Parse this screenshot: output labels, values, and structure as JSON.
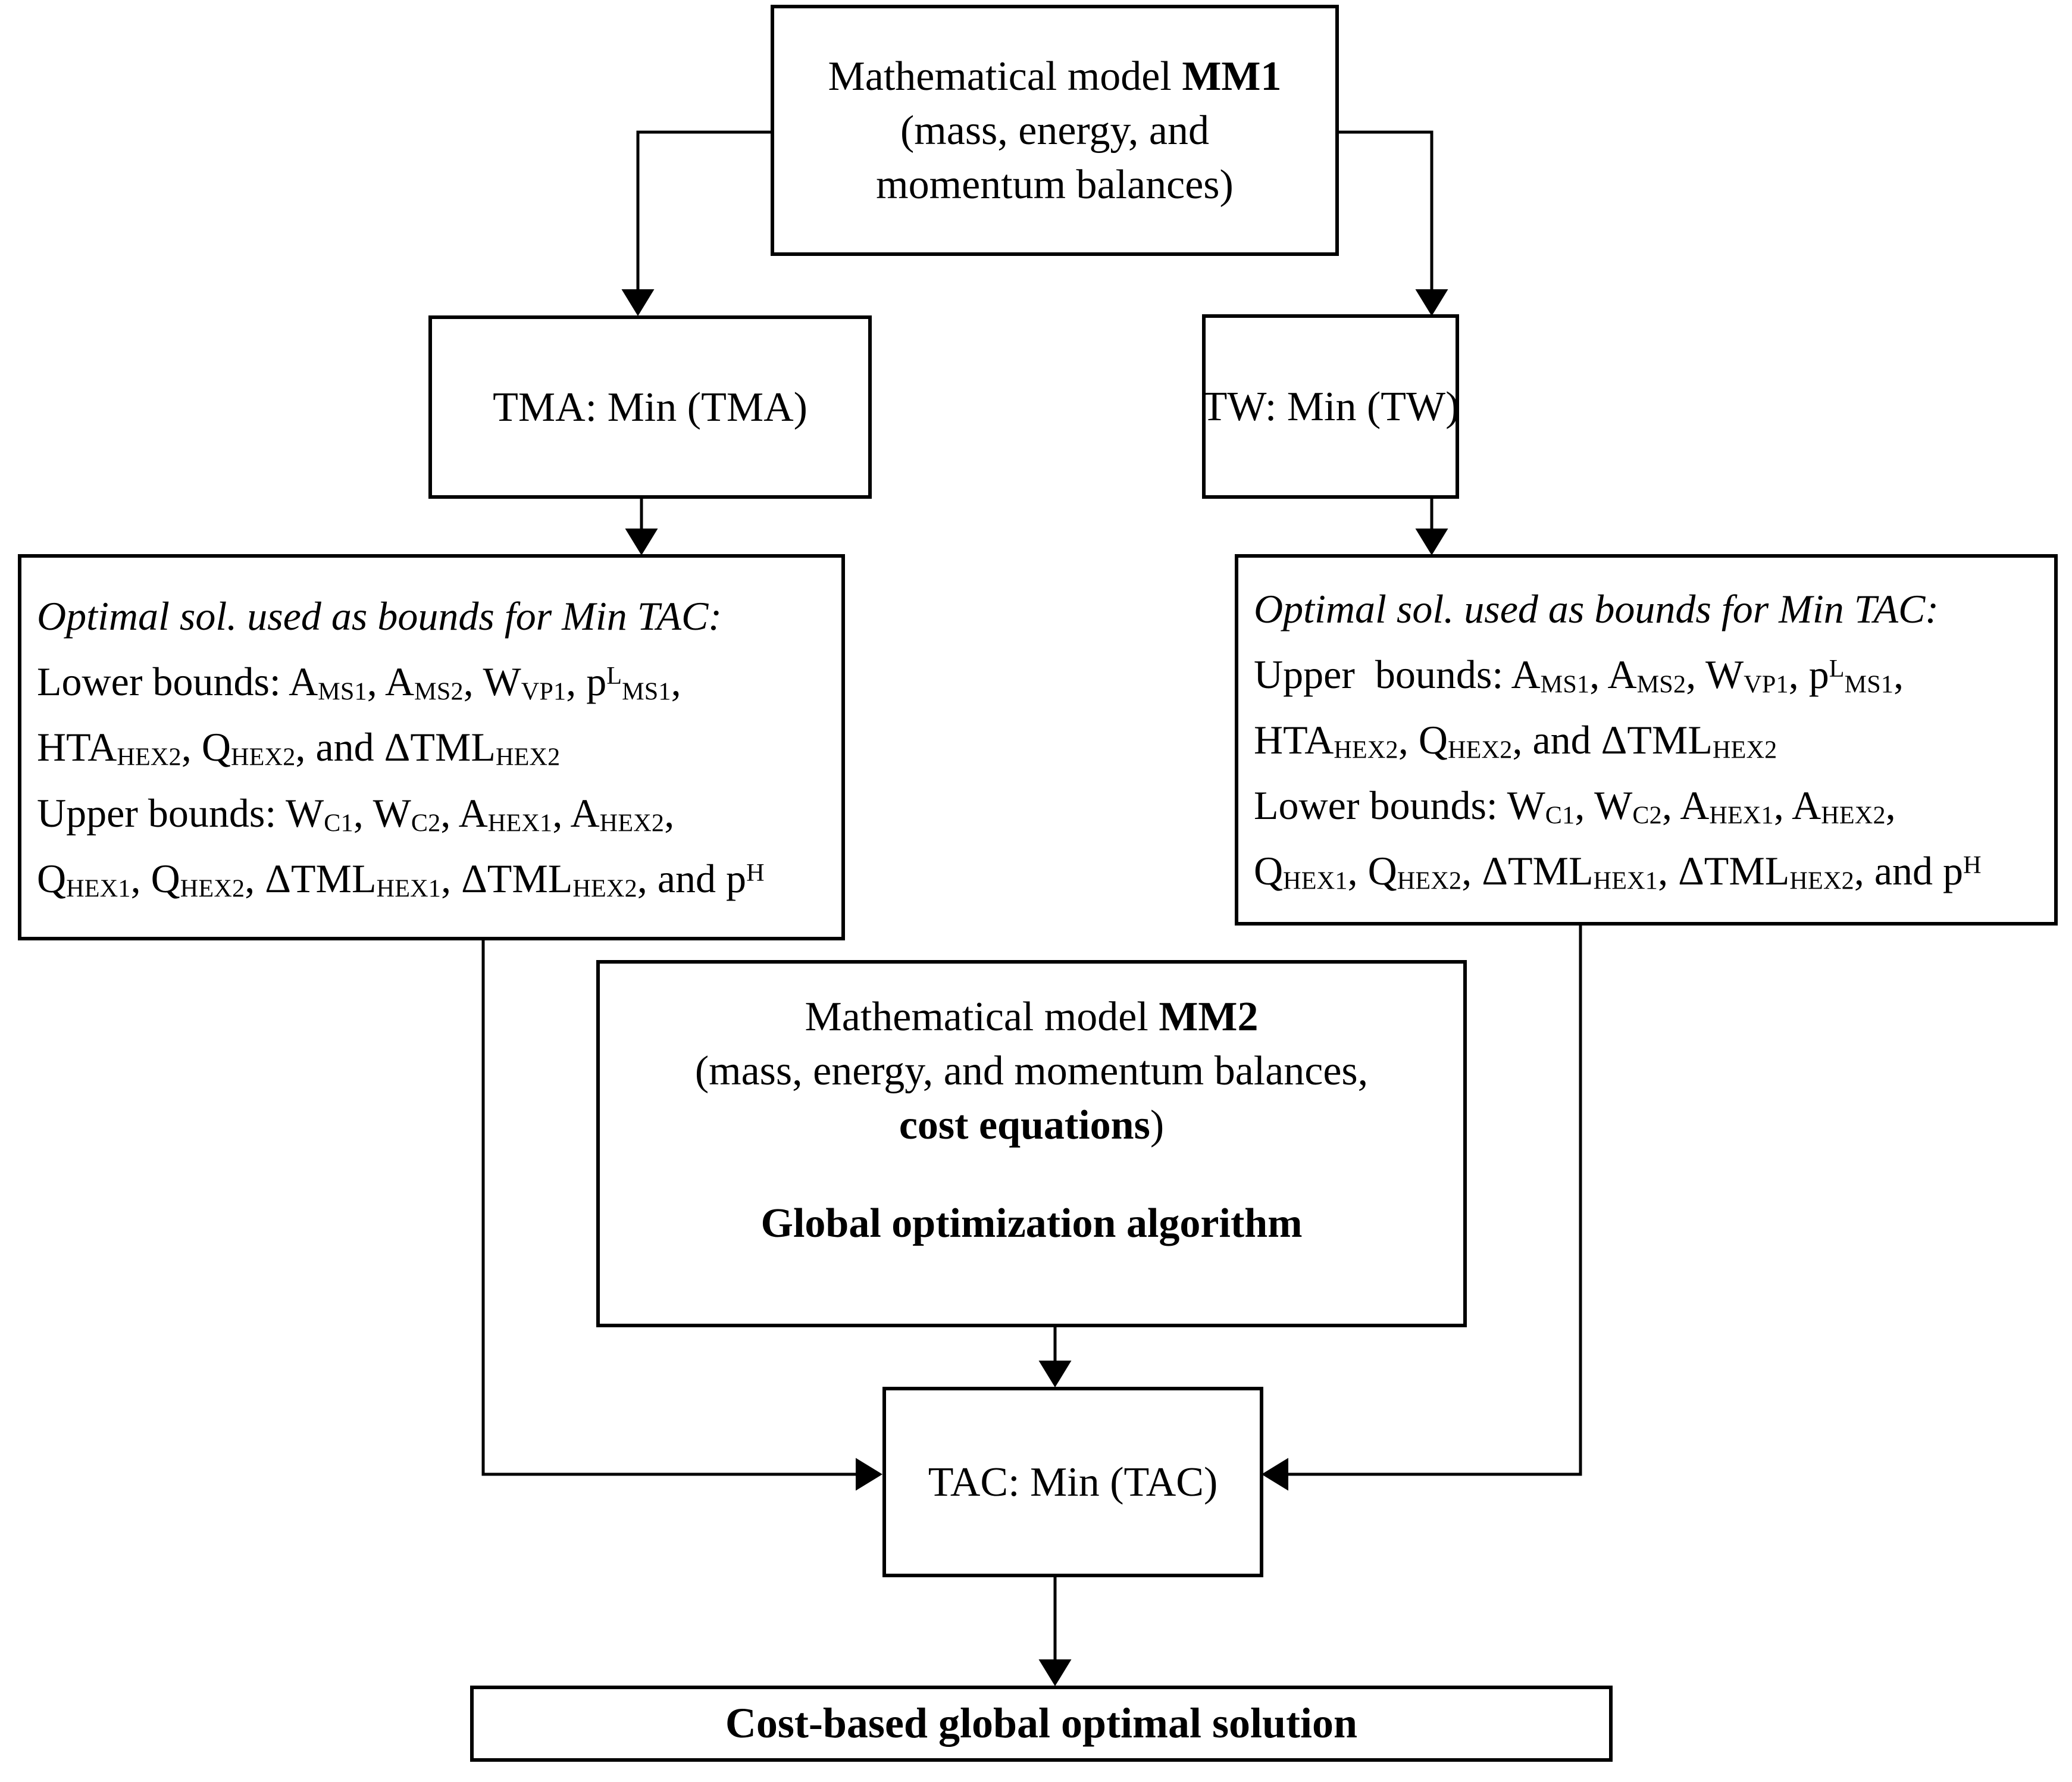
{
  "diagram": {
    "title": "Two-stage optimization flowchart",
    "nodes": {
      "mm1": {
        "line1_pre": "Mathematical model ",
        "line1_bold": "MM1",
        "line2": "(mass, energy, and",
        "line3": "momentum balances)"
      },
      "tma": {
        "label": "TMA: Min (TMA)"
      },
      "tw": {
        "label": "TW: Min (TW)"
      },
      "left_bounds": {
        "heading": "Optimal sol. used as bounds for Min TAC:",
        "line_lower_prefix": "Lower bounds: ",
        "line_lower_vars": "AMS1, AMS2, WVP1, pLMS1,",
        "line_lower_cont": "HTAHEX2, QHEX2, and ΔTMLHEX2",
        "line_upper_prefix": "Upper bounds: ",
        "line_upper_vars": "WC1, WC2, AHEX1, AHEX2,",
        "line_upper_cont": "QHEX1, QHEX2, ΔTMLHEX1, ΔTMLHEX2, and pH"
      },
      "right_bounds": {
        "heading": "Optimal sol. used as bounds for Min TAC:",
        "line_upper_prefix": "Upper  bounds: ",
        "line_upper_vars": "AMS1, AMS2, WVP1, pLMS1,",
        "line_upper_cont": "HTAHEX2, QHEX2, and ΔTMLHEX2",
        "line_lower_prefix": "Lower bounds: ",
        "line_lower_vars": "WC1, WC2, AHEX1, AHEX2,",
        "line_lower_cont": "QHEX1, QHEX2, ΔTMLHEX1, ΔTMLHEX2, and pH"
      },
      "mm2": {
        "line1_pre": "Mathematical model ",
        "line1_bold": "MM2",
        "line2": "(mass, energy, and momentum balances,",
        "line3_bold": "cost equations",
        "line3_post": ")",
        "line4_bold": "Global optimization algorithm"
      },
      "tac": {
        "label": "TAC: Min (TAC)"
      },
      "final": {
        "label": "Cost-based global optimal solution"
      }
    },
    "style": {
      "line_color": "#000000",
      "box_fill": "#ffffff",
      "box_border": "#000000"
    }
  }
}
